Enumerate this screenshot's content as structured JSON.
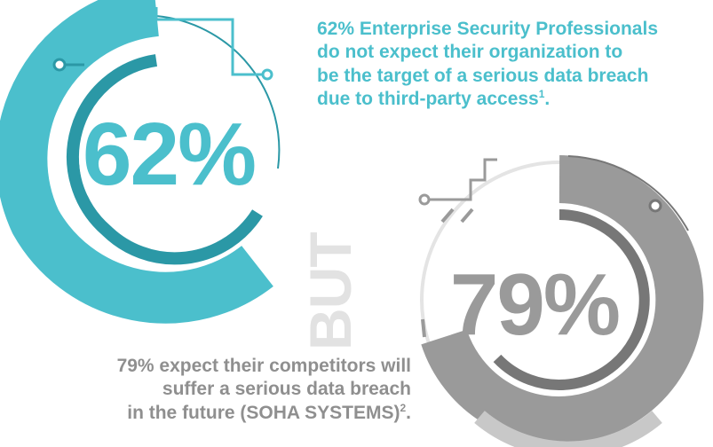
{
  "colors": {
    "teal": "#4bbfcc",
    "teal_dark": "#2b98a6",
    "teal_light": "#8fd7df",
    "gray": "#9a9a9a",
    "gray_dark": "#777777",
    "gray_light": "#c8c8c8",
    "but_text": "#e2e2e2"
  },
  "chart_data": [
    {
      "type": "pie",
      "variant": "radial-progress-ring",
      "label": "62%",
      "value": 62,
      "max": 100
    },
    {
      "type": "pie",
      "variant": "radial-progress-ring",
      "label": "79%",
      "value": 79,
      "max": 100
    }
  ],
  "captions": {
    "first": {
      "lines": [
        "62% Enterprise Security Professionals",
        "do not expect their organization to",
        "be the target of a serious data breach",
        "due to third-party access"
      ],
      "footnote": "1",
      "end": "."
    },
    "second": {
      "lines": [
        "79% expect their competitors will",
        "suffer a serious data breach",
        "in the future (SOHA SYSTEMS)"
      ],
      "footnote": "2",
      "end": "."
    }
  },
  "divider_word": "BUT"
}
